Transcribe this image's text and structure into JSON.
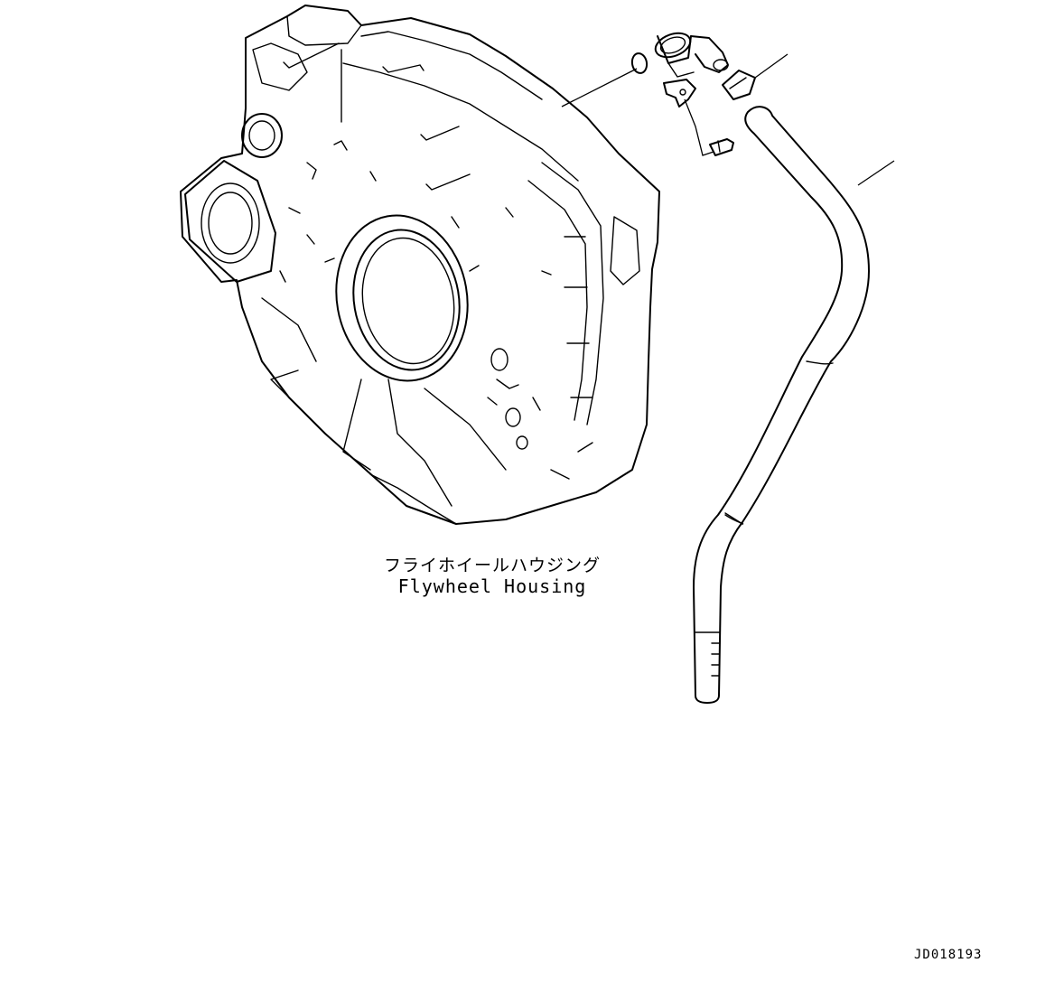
{
  "part_label": {
    "japanese": "フライホイールハウジング",
    "english": "Flywheel Housing"
  },
  "drawing_id": "JD018193",
  "colors": {
    "line": "#000000",
    "background": "#ffffff"
  }
}
